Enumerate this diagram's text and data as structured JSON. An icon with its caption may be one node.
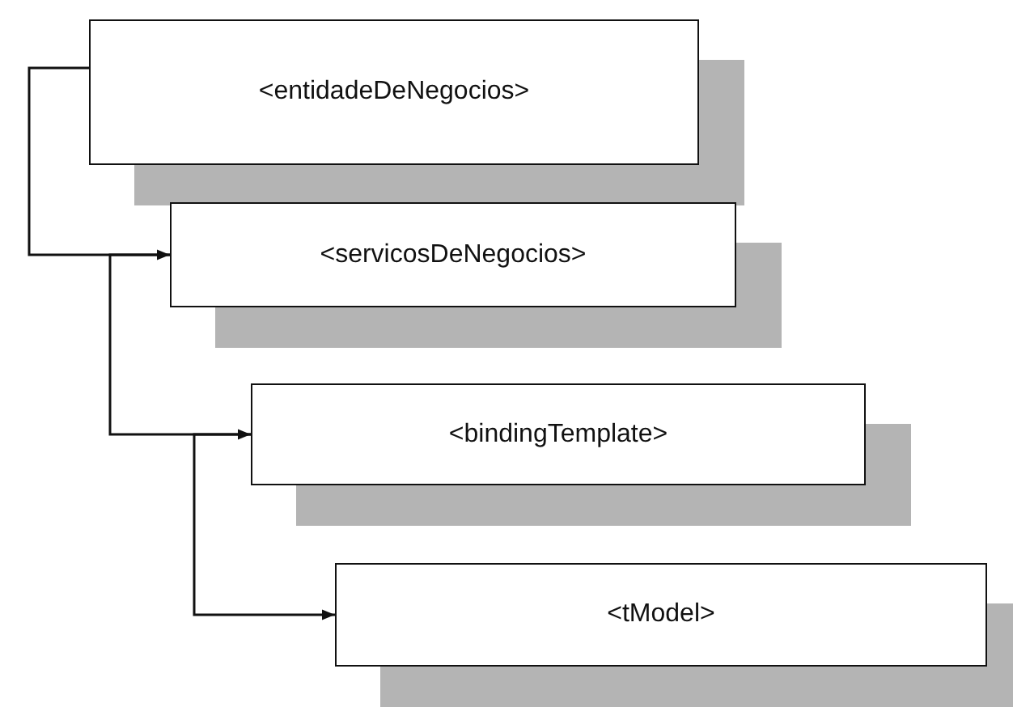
{
  "diagram": {
    "nodes": [
      {
        "text": [
          "<entidadeDeNegocios>"
        ]
      },
      {
        "text": [
          "<servicosDeNegocios>"
        ]
      },
      {
        "text": [
          "<bindingTemplate>"
        ]
      },
      {
        "text": [
          "<tModel>"
        ]
      }
    ],
    "edges": [
      {
        "from": 0,
        "to": 1,
        "arrow": "to"
      },
      {
        "from": 1,
        "to": 2,
        "arrow": "to"
      },
      {
        "from": 2,
        "to": 3,
        "arrow": "to"
      }
    ]
  }
}
